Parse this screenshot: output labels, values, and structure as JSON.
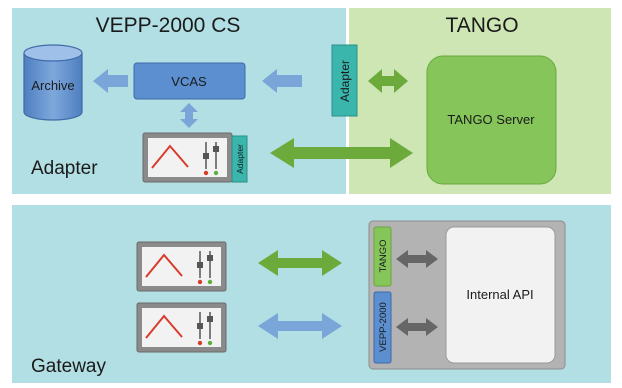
{
  "top": {
    "left_title": "VEPP-2000 CS",
    "right_title": "TANGO",
    "archive_label": "Archive",
    "vcas_label": "VCAS",
    "adapter_label": "Adapter",
    "adapter_tab_label": "Adapter",
    "tango_server_label": "TANGO Server",
    "section_label": "Adapter"
  },
  "bottom": {
    "section_label": "Gateway",
    "tango_tab_label": "TANGO",
    "vepp_tab_label": "VEPP-2000",
    "internal_api_label": "Internal API"
  },
  "colors": {
    "cs_bg": "#b2dfe3",
    "tango_bg": "#cde6b4",
    "vcas_fill": "#5b8fd0",
    "blue_arrow": "#7aa5d8",
    "green_arrow": "#6caa3c",
    "tango_server": "#86c55a",
    "adapter_teal": "#3ab6ad",
    "gray_arrow": "#666666",
    "gateway_box": "#b3b3b3",
    "internal_api": "#f2f2f2"
  }
}
